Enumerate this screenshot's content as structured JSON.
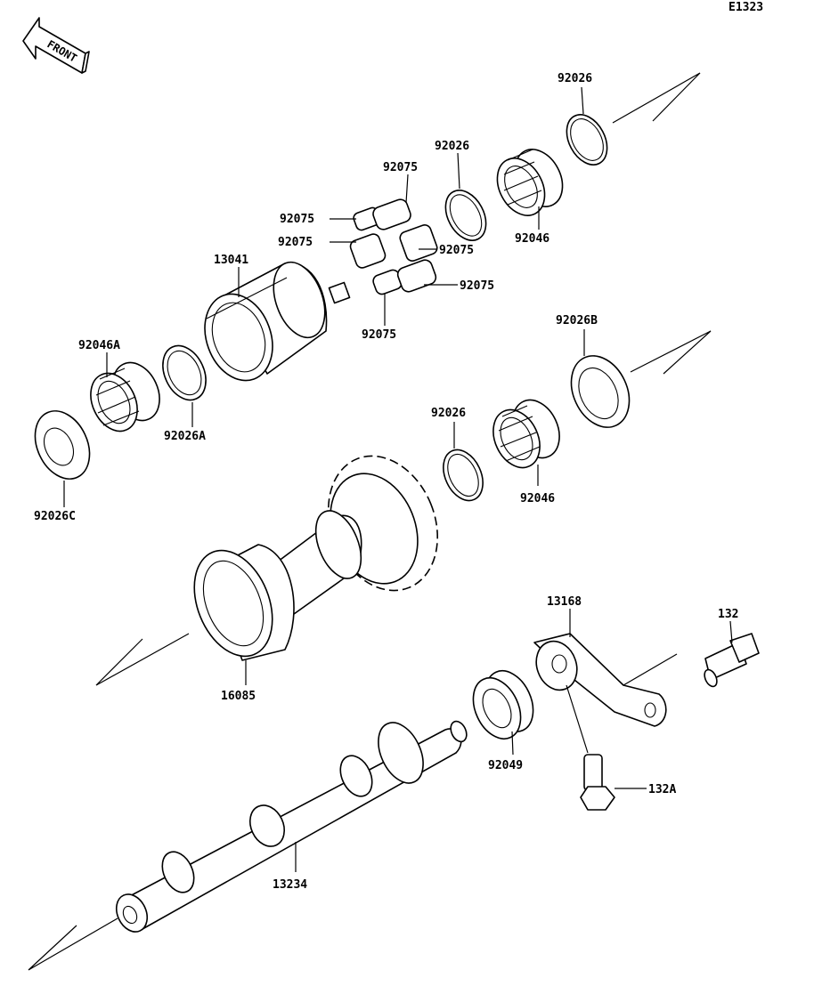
{
  "diagram_code": "E1323",
  "front_label": "FRONT",
  "parts": {
    "p92026_top": "92026",
    "p92026_mid": "92026",
    "p92026_low": "92026",
    "p92026B": "92026B",
    "p92026A": "92026A",
    "p92026C": "92026C",
    "p92046_top": "92046",
    "p92046_low": "92046",
    "p92046A": "92046A",
    "p92075_a": "92075",
    "p92075_b": "92075",
    "p92075_c": "92075",
    "p92075_d": "92075",
    "p92075_e": "92075",
    "p92075_f": "92075",
    "p13041": "13041",
    "p16085": "16085",
    "p13168": "13168",
    "p132": "132",
    "p132A": "132A",
    "p92049": "92049",
    "p13234": "13234"
  }
}
